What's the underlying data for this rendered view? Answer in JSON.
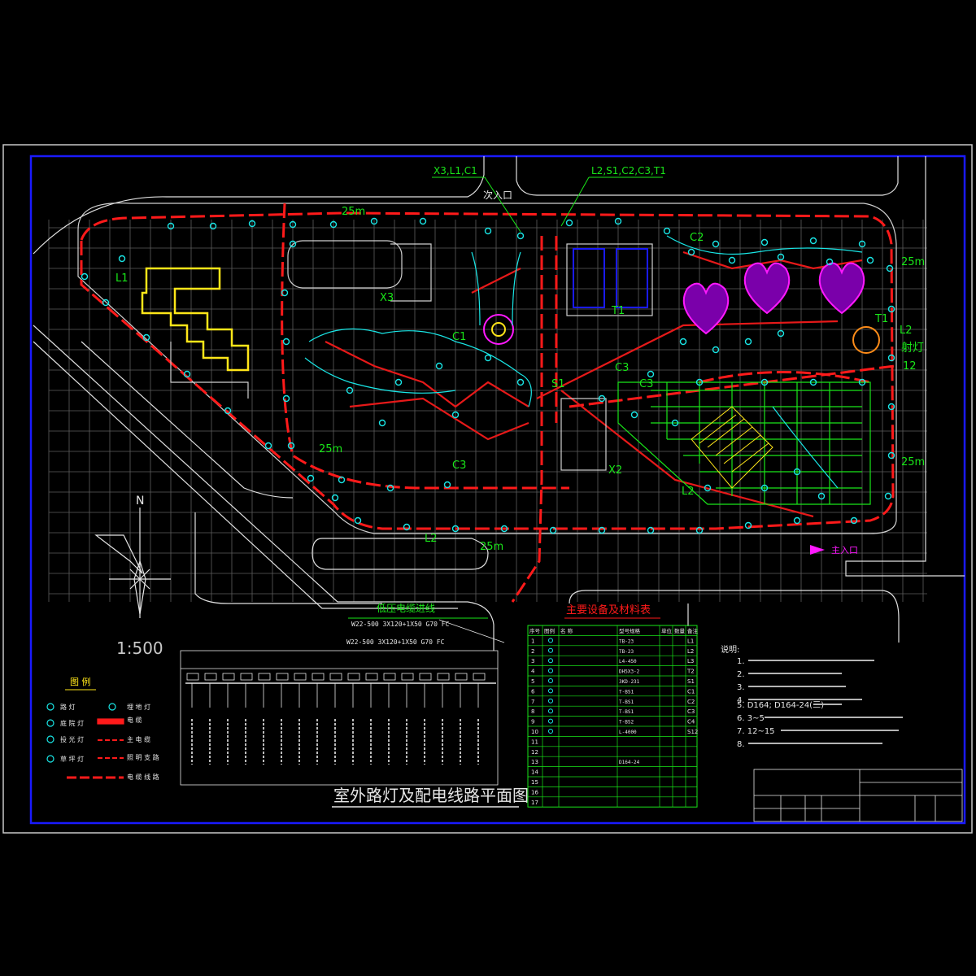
{
  "drawing": {
    "title": "室外路灯及配电线路平面图",
    "scale": "1:500",
    "north": "N"
  },
  "site_labels": {
    "secondary_entrance": "次入口",
    "main_entrance": "主入口",
    "floodlight": "射灯",
    "floodlight_count": "12",
    "dist_25m": "25m",
    "callout_left": "X3,L1,C1",
    "callout_right": "L2,S1,C2,C3,T1",
    "circuits": [
      "L1",
      "L2",
      "C1",
      "C2",
      "C3",
      "S1",
      "T1",
      "X2",
      "X3"
    ]
  },
  "cable": {
    "heading": "低压电缆进线",
    "spec": "W22-500 3X120+1X50 G70 FC"
  },
  "legend": {
    "heading": "图 例",
    "items": [
      "路 灯",
      "庭 院 灯",
      "投 光 灯",
      "草 坪 灯",
      "埋 地 灯",
      "电 缆",
      "主 电 缆",
      "照 明 支 路",
      "电 缆 线 路"
    ]
  },
  "equipment_table": {
    "heading": "主要设备及材料表",
    "columns": [
      "序号",
      "图例",
      "名 称",
      "型号规格",
      "单位",
      "数量",
      "备注"
    ],
    "rows": [
      {
        "no": "1",
        "model": "TB-23",
        "remark": "L1"
      },
      {
        "no": "2",
        "model": "TB-23",
        "remark": "L2"
      },
      {
        "no": "3",
        "model": "L4-450",
        "remark": "L3"
      },
      {
        "no": "4",
        "model": "DH5X3-2",
        "remark": "T2"
      },
      {
        "no": "5",
        "model": "3KD-231",
        "remark": "S1"
      },
      {
        "no": "6",
        "model": "T-BS1",
        "remark": "C1"
      },
      {
        "no": "7",
        "model": "T-BS1",
        "remark": "C2"
      },
      {
        "no": "8",
        "model": "T-BS1",
        "remark": "C3"
      },
      {
        "no": "9",
        "model": "T-BS2",
        "remark": "C4"
      },
      {
        "no": "10",
        "model": "L-4000",
        "remark": "S12"
      },
      {
        "no": "11",
        "model": "",
        "remark": ""
      },
      {
        "no": "12",
        "model": "",
        "remark": ""
      },
      {
        "no": "13",
        "model": "D164-24",
        "remark": ""
      },
      {
        "no": "14",
        "model": "",
        "remark": ""
      },
      {
        "no": "15",
        "model": "",
        "remark": ""
      },
      {
        "no": "16",
        "model": "",
        "remark": ""
      },
      {
        "no": "17",
        "model": "",
        "remark": ""
      }
    ]
  },
  "notes": {
    "heading": "说明:",
    "lines": [
      "1.",
      "2.",
      "3.",
      "4.",
      "5. D164;   D164-24(三)",
      "6. 3~5",
      "7. 12~15",
      "8."
    ]
  },
  "colors": {
    "frame": "#1a1aff",
    "grid": "#6a6a6a",
    "cable_red": "#ff1a1a",
    "text_green": "#19e619",
    "text_white": "#e6e6e6",
    "yellow": "#ffe619",
    "magenta": "#ff19ff",
    "cyan": "#19e6e6"
  }
}
